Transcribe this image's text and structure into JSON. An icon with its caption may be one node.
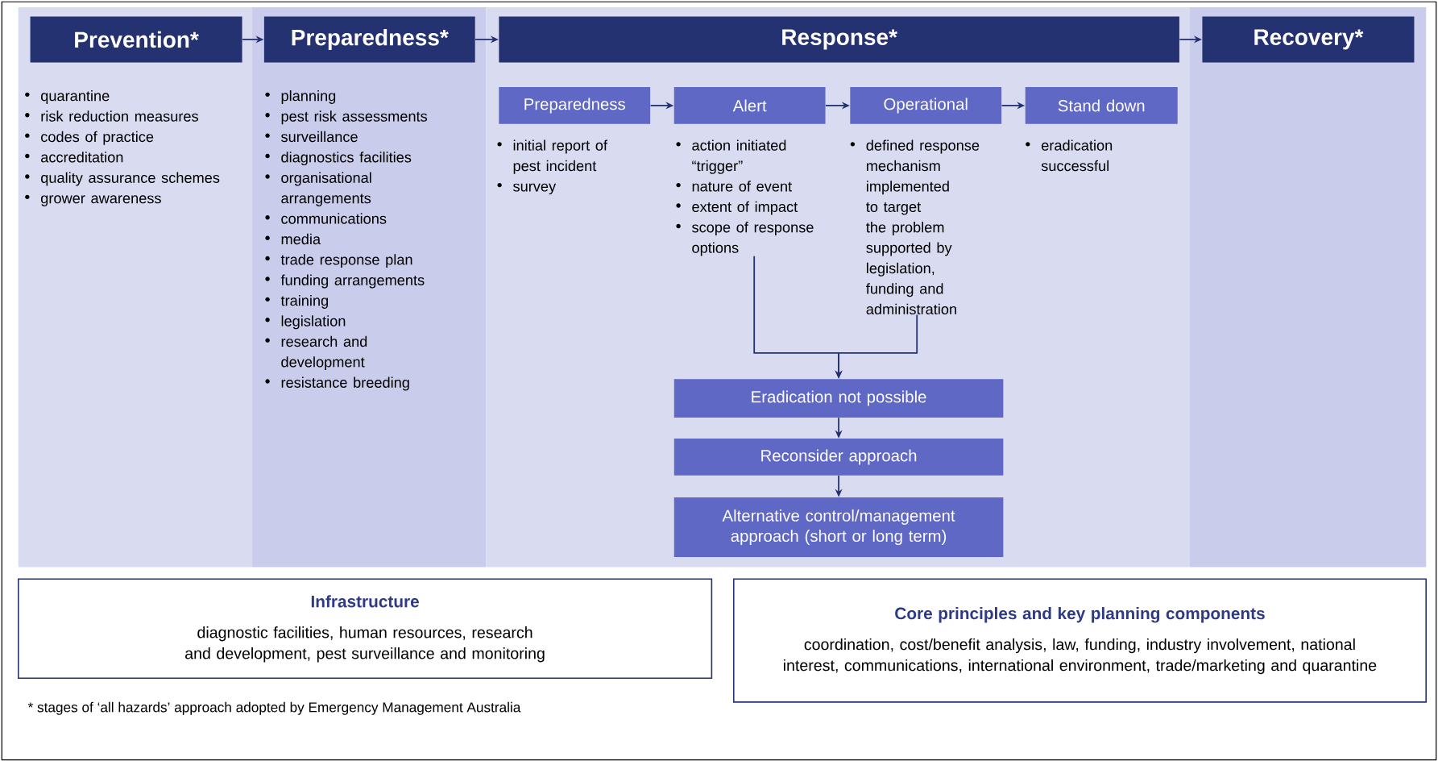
{
  "diagram": {
    "nodes": [
      {
        "text": [
          "Prevention*"
        ],
        "beside": [
          "quarantine",
          "risk reduction measures",
          "codes of practice",
          "accreditation",
          "quality assurance schemes",
          "grower awareness"
        ]
      },
      {
        "text": [
          "Preparedness*"
        ],
        "beside": [
          "planning",
          "pest risk assessments",
          "surveillance",
          "diagnostics facilities",
          "organisational arrangements",
          "communications",
          "media",
          "trade response plan",
          "funding arrangements",
          "training",
          "legislation",
          "research and development",
          "resistance breeding"
        ]
      },
      {
        "text": [
          "Response*"
        ]
      },
      {
        "text": [
          "Recovery*"
        ]
      },
      {
        "text": [
          "Preparedness"
        ],
        "beside": [
          "initial report of pest incident",
          "survey"
        ]
      },
      {
        "text": [
          "Alert"
        ]
      },
      {
        "text": [
          "Operational"
        ]
      },
      {
        "text": [
          "Stand down"
        ],
        "beside": [
          "eradication successful"
        ]
      },
      {
        "text": [
          "action initiated “trigger”",
          "nature of event",
          "extent of impact",
          "scope of response options"
        ]
      },
      {
        "text": [
          "defined response mechanism implemented to target the problem supported by legislation, funding and administration"
        ]
      },
      {
        "text": [
          "Eradication not possible"
        ]
      },
      {
        "text": [
          "Reconsider approach"
        ]
      },
      {
        "text": [
          "Alternative control/management approach (short or long term)"
        ]
      },
      {
        "text": [
          "Infrastructure",
          "diagnostic facilities, human resources, research and development, pest surveillance and monitoring"
        ]
      },
      {
        "text": [
          "Core principles and key planning components",
          "coordination, cost/benefit analysis, law, funding, industry involvement, national interest, communications, international environment, trade/marketing and quarantine"
        ]
      }
    ],
    "edges": [
      {
        "from": 0,
        "to": 1,
        "arrow": "to"
      },
      {
        "from": 1,
        "to": 2,
        "arrow": "to"
      },
      {
        "from": 2,
        "to": 3,
        "arrow": "to"
      },
      {
        "from": 4,
        "to": 5,
        "arrow": "to"
      },
      {
        "from": 5,
        "to": 6,
        "arrow": "to"
      },
      {
        "from": 6,
        "to": 7,
        "arrow": "to"
      },
      {
        "from": 8,
        "to": 10,
        "arrow": "to"
      },
      {
        "from": 9,
        "to": 10,
        "arrow": "to"
      },
      {
        "from": 10,
        "to": 11,
        "arrow": "to"
      },
      {
        "from": 11,
        "to": 12,
        "arrow": "to"
      }
    ],
    "labels": [
      "* stages of ‘all hazards’ approach adopted by Emergency Management Australia"
    ]
  }
}
